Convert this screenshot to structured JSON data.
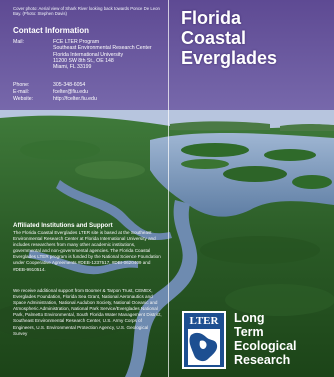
{
  "cover_photo": "Cover photo: Aerial view of Shark River looking back towards Ponce De Leon Bay. (Photo: Stephen Davis)",
  "contact": {
    "title": "Contact Information",
    "mail_label": "Mail:",
    "mail_lines": [
      "FCE LTER Program",
      "Southeast Environmental Research Center",
      "Florida International University",
      "11200 SW 8th St., OE 148",
      "Miami, FL 33199"
    ],
    "phone_label": "Phone:",
    "phone": "305-348-6054",
    "email_label": "E-mail:",
    "email": "fcelter@fiu.edu",
    "website_label": "Website:",
    "website": "http://fcelter.fiu.edu"
  },
  "affiliated": {
    "title": "Affiliated Institutions and Support",
    "body": "The Florida Coastal Everglades LTER site is based at the Southeast Environmental Research Center at Florida International University and includes researchers from many other academic institutions, governmental and non-governmental agencies. The Florida Coastal Everglades LTER program is funded by the National Science Foundation under Cooperative Agreements #DEB-1237517, #DBI-0620409 and #DEB-9910514.",
    "support": "We receive additional support from Boomer & Tarpon Trust, CEMEX, Everglades Foundation, Florida Sea Grant, National Aeronautics and Space Administration, National Audubon Society, National Oceanic and Atmospheric Administration, National Park Service/Everglades National Park, Palmetto Environmental, South Florida Water Management District, Southeast Environmental Research Center, U.S. Army Corps of Engineers, U.S. Environmental Protection Agency, U.S. Geological Survey"
  },
  "title_lines": [
    "Florida",
    "Coastal",
    "Everglades"
  ],
  "lter": {
    "logo_text": "LTER",
    "name_lines": [
      "Long",
      "Term",
      "Ecological",
      "Research"
    ]
  },
  "colors": {
    "sky_top": "#6f5aa0",
    "sky_bottom": "#a9b4d6",
    "water": "#6f8fb4",
    "mangrove": "#2f6a2a",
    "lter_blue": "#1d4f91"
  }
}
